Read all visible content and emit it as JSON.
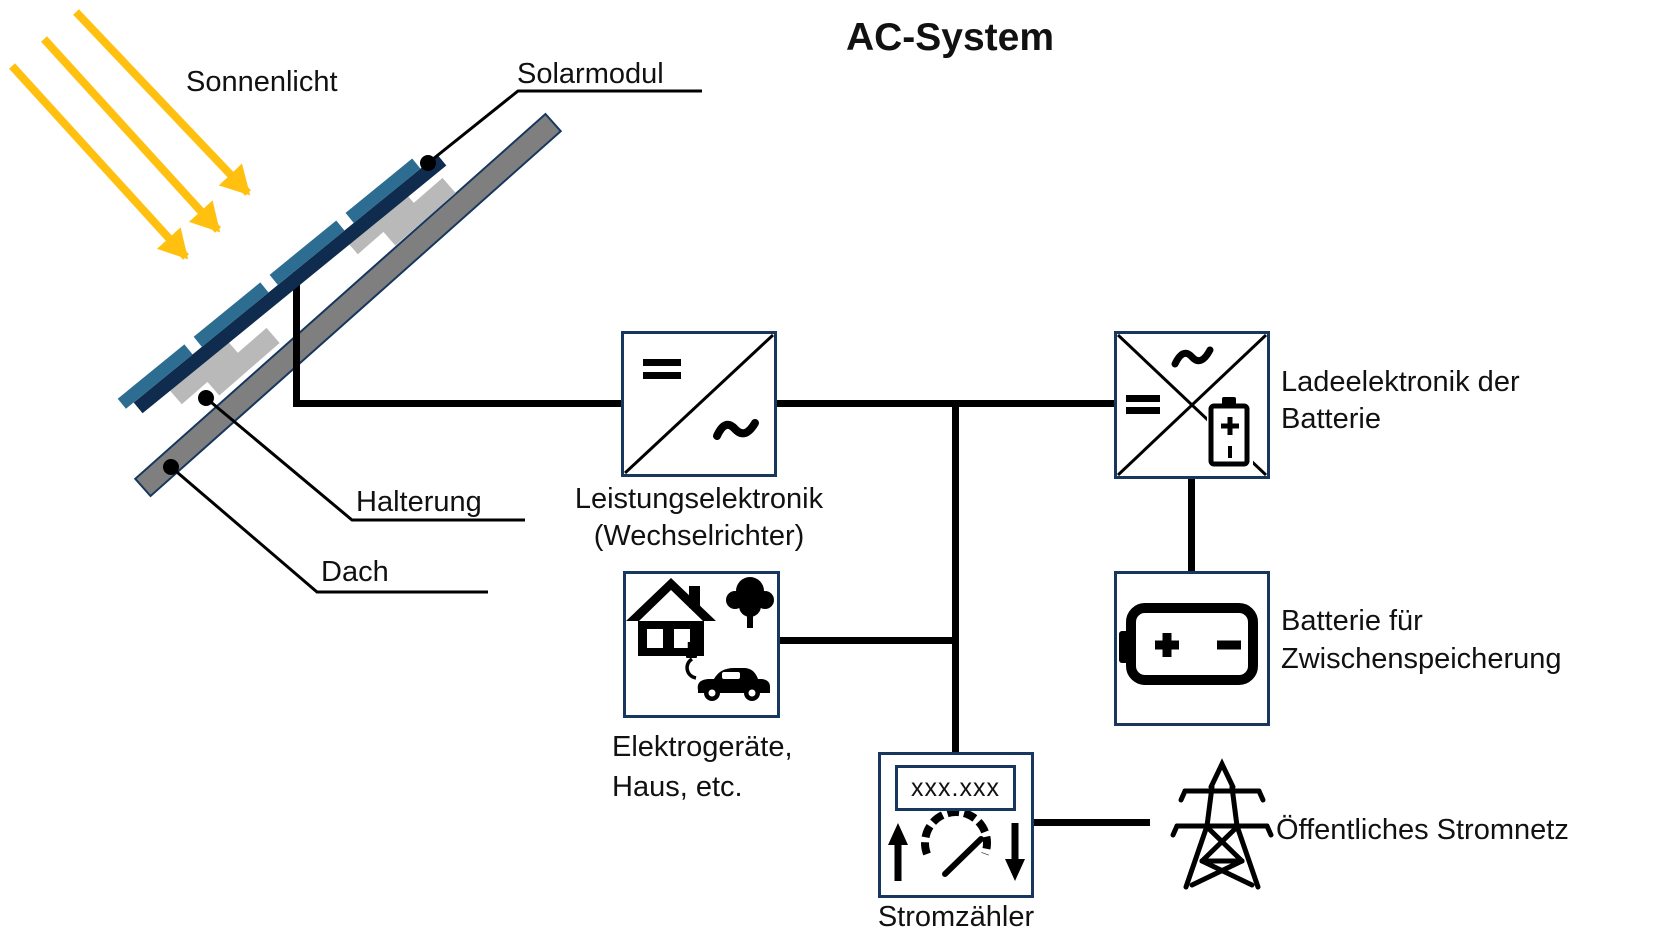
{
  "title": "AC-System",
  "colors": {
    "box_border": "#17375E",
    "wire_black": "#000000",
    "sun_orange": "#FFC010",
    "panel_frame": "#0F2B4D",
    "panel_cell": "#2D6D92",
    "roof_gray": "#7F7F7F",
    "bracket_gray": "#B9B9B9"
  },
  "solar": {
    "sunlight_label": "Sonnenlicht",
    "module_label": "Solarmodul",
    "mount_label": "Halterung",
    "roof_label": "Dach"
  },
  "inverter": {
    "dc_symbol": "=",
    "ac_symbol": "~",
    "label_line1": "Leistungselektronik",
    "label_line2": "(Wechselrichter)"
  },
  "loads": {
    "label_line1": "Elektrogeräte,",
    "label_line2": "Haus, etc.",
    "icons": [
      "house-icon",
      "tree-icon",
      "electric-car-icon"
    ]
  },
  "charger": {
    "ac_symbol": "~",
    "dc_symbol": "=",
    "battery_plus_mark": "+",
    "label_line1": "Ladeelektronik der",
    "label_line2": "Batterie"
  },
  "battery": {
    "plus_mark": "+",
    "minus_mark": "-",
    "label_line1": "Batterie für",
    "label_line2": "Zwischenspeicherung"
  },
  "meter": {
    "display": "xxx.xxx",
    "label": "Stromzähler",
    "icons": [
      "import-arrow-icon",
      "gauge-icon",
      "export-arrow-icon"
    ]
  },
  "grid": {
    "label": "Öffentliches Stromnetz",
    "icon": "transmission-tower-icon"
  }
}
